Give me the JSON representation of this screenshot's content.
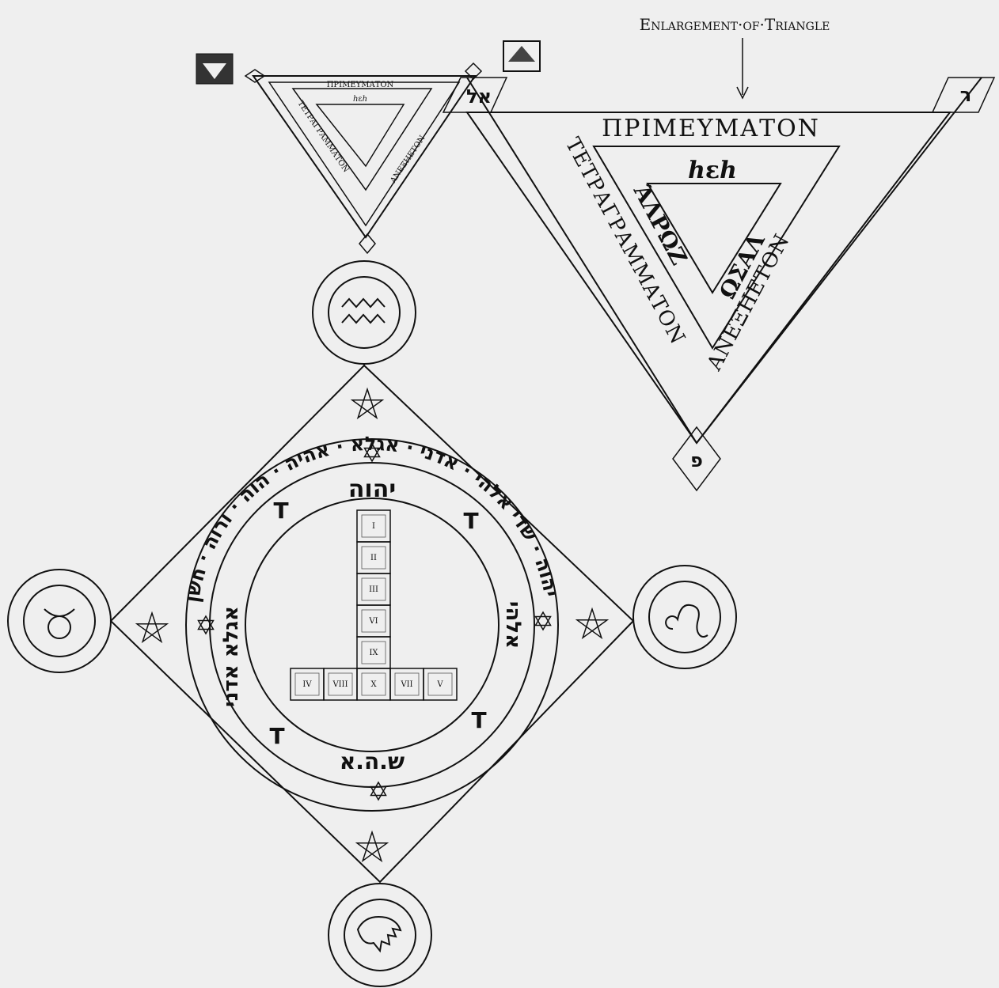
{
  "enlargement_label": "Enlargement·of·Triangle",
  "triangle": {
    "top": "ΠΡΙΜΕΥΜΑΤΟΝ",
    "left": "ΤΕΤΡΑΓΡΑΜΜΑΤΟΝ",
    "right": "ΑΝΕΞΗΕΤΟΝ",
    "inner_top": "ℎεℎ",
    "inner_left": "ΆΛΡΩΖ",
    "inner_right": "ΩΣΑΛ",
    "corner_left": "אל",
    "corner_right": "ר",
    "corner_bottom": "פ"
  },
  "circle": {
    "outer_ring_text": "יהוה · שדי אלהי · אדני · אגלא · אהיה · הוה · ורוה · חשן",
    "top_name": "יהוה",
    "letters": [
      "T",
      "T",
      "T",
      "T"
    ],
    "left_inner": "אגלא אדני",
    "right_inner": "אלהי",
    "bottom_inner": "ש.ה.א"
  },
  "tau_cells": {
    "column": [
      "I",
      "II",
      "III",
      "VI",
      "IX"
    ],
    "row": [
      "IV",
      "VIII",
      "X",
      "VII",
      "V"
    ]
  },
  "icons": [
    "aquarius-sign",
    "taurus-sign",
    "leo-sign",
    "eagle-head",
    "pentagram"
  ]
}
